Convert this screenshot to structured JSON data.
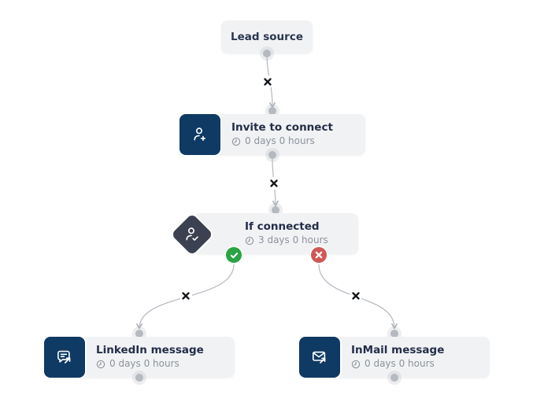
{
  "canvas": {
    "background": "#ffffff"
  },
  "colors": {
    "node_bg": "#f1f2f4",
    "action_tile": "#0e3a63",
    "condition_tile": "#3b4150",
    "success_handle": "#2aa444",
    "failure_handle": "#d15757",
    "title_text": "#242e49",
    "subtitle_text": "#8d929b",
    "connector_line": "#b3b7be",
    "handle_dot": "#b5b9c0",
    "edge_delete": "#14171c"
  },
  "nodes": {
    "lead_source": {
      "title": "Lead source"
    },
    "invite": {
      "title": "Invite to connect",
      "delay": "0 days 0 hours",
      "icon": "person-add-icon"
    },
    "if_connected": {
      "title": "If connected",
      "delay": "3 days 0 hours",
      "icon": "person-check-icon",
      "branches": {
        "yes": "check-icon",
        "no": "cross-icon"
      }
    },
    "linkedin_message": {
      "title": "LinkedIn message",
      "delay": "0 days 0 hours",
      "icon": "chat-arrow-icon"
    },
    "inmail_message": {
      "title": "InMail message",
      "delay": "0 days 0 hours",
      "icon": "mail-arrow-icon"
    }
  },
  "edges": {
    "delete_icon": "x-icon",
    "count": 4
  }
}
